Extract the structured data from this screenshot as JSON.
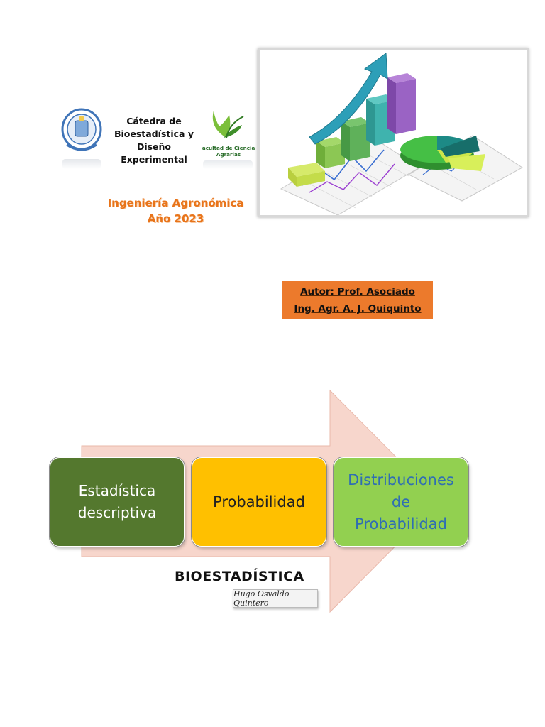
{
  "header": {
    "catedra_lines": [
      "Cátedra de",
      "Bioestadística y Diseño",
      "Experimental"
    ],
    "faculty_logo_lines": [
      "Facultad de Ciencias",
      "Agrarias"
    ],
    "career_lines": [
      "Ingeniería Agronómica",
      "Año 2023"
    ]
  },
  "author": {
    "lines": [
      "Autor: Prof. Asociado",
      "Ing. Agr. A. J. Quiquinto"
    ]
  },
  "process": {
    "steps": [
      {
        "lines": [
          "Estadística",
          "descriptiva"
        ]
      },
      {
        "lines": [
          "Probabilidad"
        ]
      },
      {
        "lines": [
          "Distribuciones",
          "de",
          "Probabilidad"
        ]
      }
    ]
  },
  "footer_logo": {
    "title": "BIOESTADÍSTICA",
    "signature": "Hugo Osvaldo Quintero"
  },
  "colors": {
    "step_1": "#54782e",
    "step_2": "#ffc000",
    "step_3": "#92d050",
    "author_bg": "#ec7a2c",
    "career_text": "#e8741a",
    "arrow_fill": "#f7d6cc"
  }
}
